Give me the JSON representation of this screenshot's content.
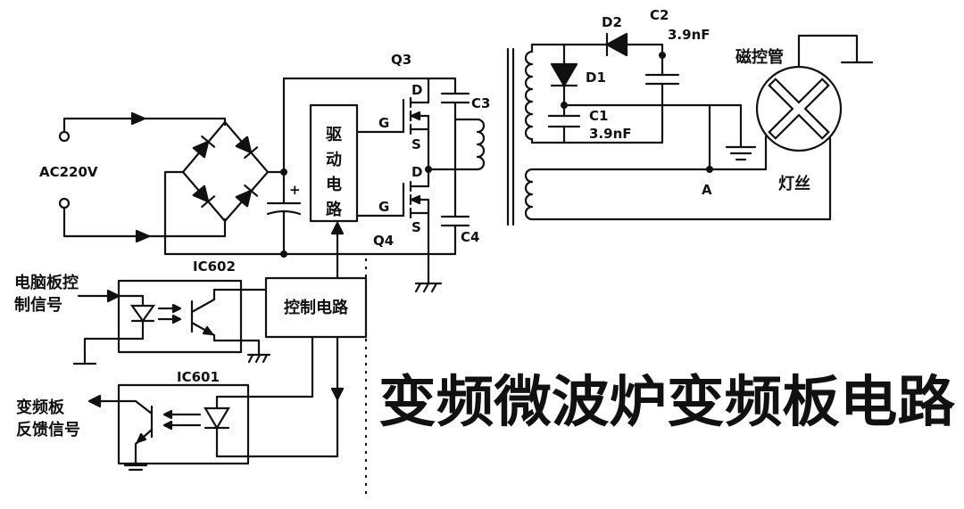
{
  "title": "变频微波炉变频板电路",
  "colors": {
    "ink": "#111111",
    "background": "#ffffff"
  },
  "ac_input": {
    "label": "AC220V"
  },
  "rectifier": {
    "filter_cap_polarity": "+"
  },
  "driver": {
    "label_chars": [
      "驱",
      "动",
      "电",
      "路"
    ]
  },
  "q3": {
    "name": "Q3",
    "drain": "D",
    "gate": "G",
    "source": "S"
  },
  "q4": {
    "name": "Q4",
    "drain": "D",
    "gate": "G",
    "source": "S"
  },
  "resonant": {
    "c3": "C3",
    "c4": "C4"
  },
  "control": {
    "label": "控制电路"
  },
  "ic602": {
    "name": "IC602",
    "signal_lines": [
      "电脑板控",
      "制信号"
    ]
  },
  "ic601": {
    "name": "IC601",
    "signal_lines": [
      "变频板",
      "反馈信号"
    ]
  },
  "secondary": {
    "d1": "D1",
    "d2": "D2",
    "c1": {
      "name": "C1",
      "value": "3.9nF"
    },
    "c2": {
      "name": "C2",
      "value": "3.9nF"
    },
    "node_a": "A"
  },
  "magnetron": {
    "label": "磁控管",
    "filament_label": "灯丝"
  }
}
